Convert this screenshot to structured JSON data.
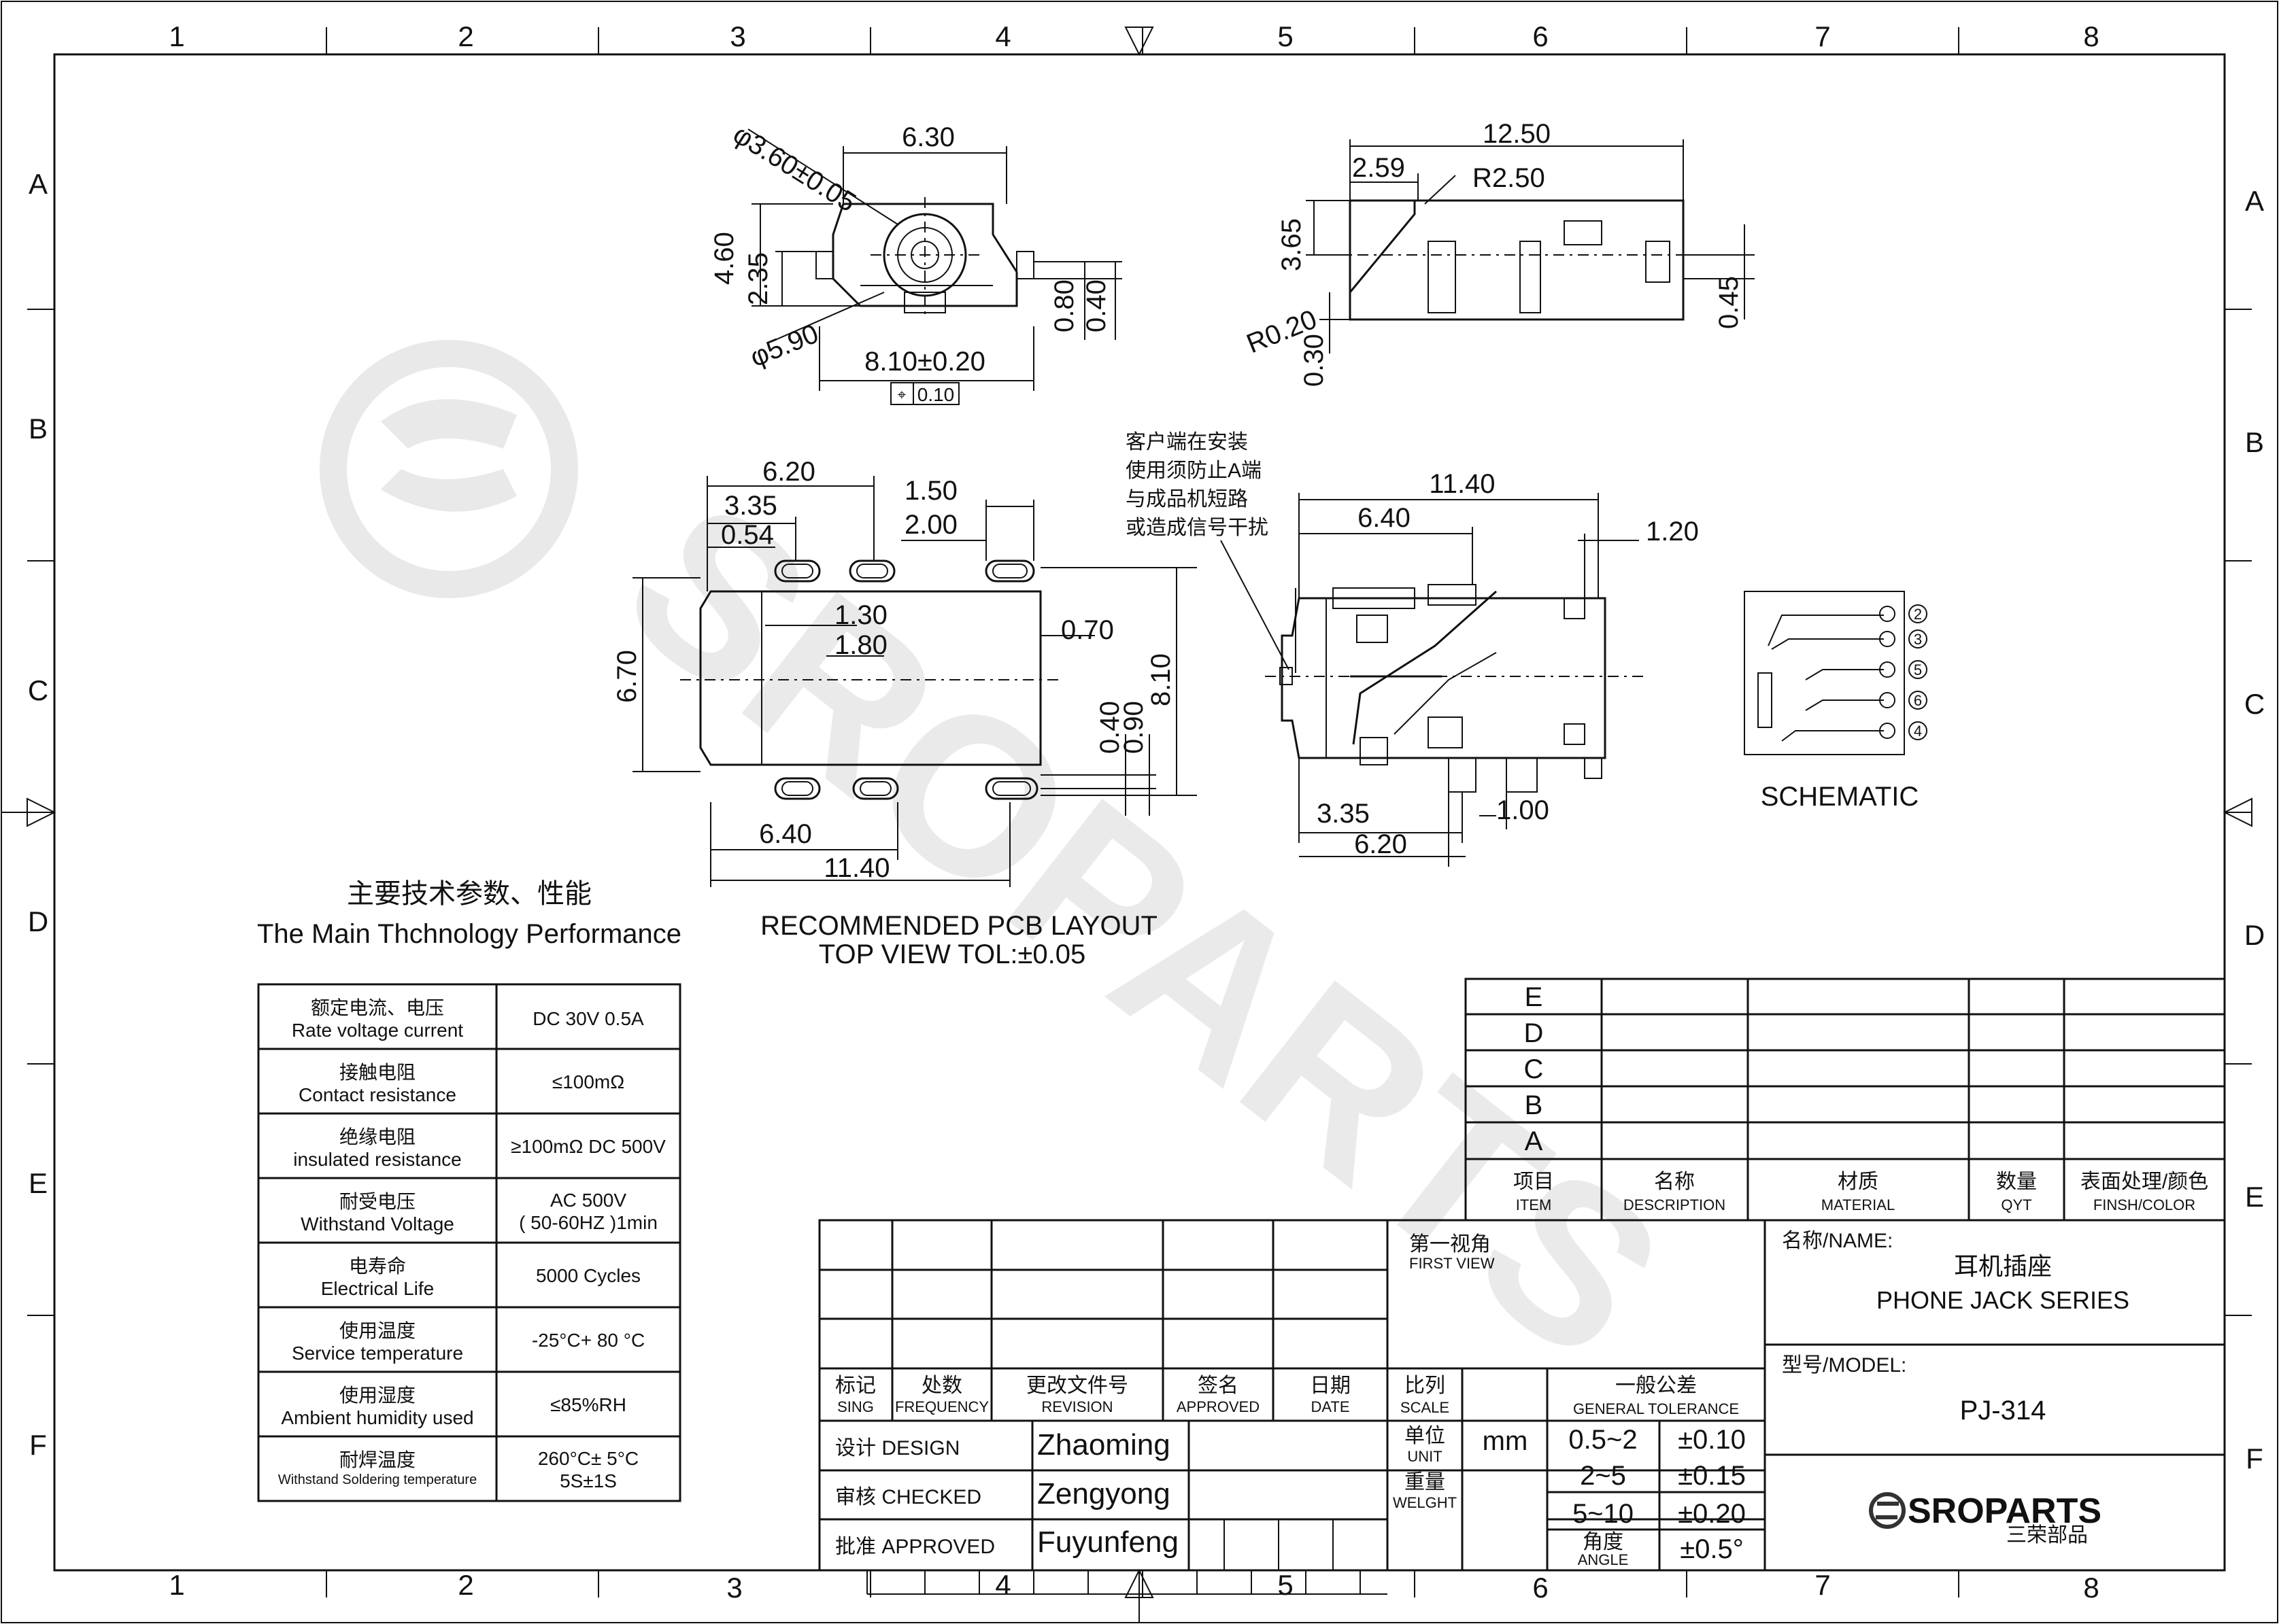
{
  "frame": {
    "col_labels": [
      "1",
      "2",
      "3",
      "4",
      "5",
      "6",
      "7",
      "8"
    ],
    "row_labels": [
      "A",
      "B",
      "C",
      "D",
      "E",
      "F"
    ]
  },
  "front_view": {
    "dims": [
      "6.30",
      "φ3.60±0.05",
      "4.60",
      "2.35",
      "φ5.90",
      "8.10±0.20",
      "0.80",
      "0.40"
    ],
    "tolerance_frame": [
      "⌖",
      "0.10"
    ]
  },
  "side_view": {
    "dims": [
      "12.50",
      "2.59",
      "R2.50",
      "3.65",
      "R0.20",
      "0.30",
      "0.45"
    ]
  },
  "pcb_layout": {
    "dims": [
      "6.20",
      "3.35",
      "0.54",
      "1.50",
      "2.00",
      "1.30",
      "1.80",
      "0.70",
      "6.70",
      "8.10",
      "0.40",
      "0.90",
      "6.40",
      "11.40"
    ],
    "caption_line1": "RECOMMENDED PCB LAYOUT",
    "caption_line2": "TOP VIEW TOL:±0.05"
  },
  "top_view": {
    "note_lines": [
      "客户端在安装",
      "使用须防止A端",
      "与成品机短路",
      "或造成信号干扰"
    ],
    "dims": [
      "11.40",
      "6.40",
      "1.20",
      "3.35",
      "6.20",
      "1.00"
    ]
  },
  "schematic": {
    "title": "SCHEMATIC",
    "pins": [
      "2",
      "3",
      "5",
      "6",
      "4"
    ]
  },
  "performance": {
    "title_cn": "主要技术参数、性能",
    "title_en": "The Main Thchnology Performance",
    "rows": [
      {
        "cn": "额定电流、电压",
        "en": "Rate voltage current",
        "value": "DC 30V   0.5A"
      },
      {
        "cn": "接触电阻",
        "en": "Contact resistance",
        "value": "≤100mΩ"
      },
      {
        "cn": "绝缘电阻",
        "en": "insulated resistance",
        "value": "≥100mΩ  DC 500V"
      },
      {
        "cn": "耐受电压",
        "en": "Withstand Voltage",
        "value": "AC 500V",
        "value2": "( 50-60HZ )1min"
      },
      {
        "cn": "电寿命",
        "en": "Electrical Life",
        "value": "5000 Cycles"
      },
      {
        "cn": "使用温度",
        "en": "Service temperature",
        "value": "-25°C+ 80 °C"
      },
      {
        "cn": "使用湿度",
        "en": "Ambient humidity used",
        "value": "≤85%RH"
      },
      {
        "cn": "耐焊温度",
        "en": "Withstand Soldering temperature",
        "value": "260°C± 5°C",
        "value2": "5S±1S"
      }
    ]
  },
  "revision_table": {
    "rows": [
      "E",
      "D",
      "C",
      "B",
      "A"
    ],
    "headers": [
      {
        "cn": "项目",
        "en": "ITEM"
      },
      {
        "cn": "名称",
        "en": "DESCRIPTION"
      },
      {
        "cn": "材质",
        "en": "MATERIAL"
      },
      {
        "cn": "数量",
        "en": "QYT"
      },
      {
        "cn": "表面处理/颜色",
        "en": "FINSH/COLOR"
      }
    ]
  },
  "title_block": {
    "revision_headers": [
      {
        "cn": "标记",
        "en": "SING"
      },
      {
        "cn": "处数",
        "en": "FREQUENCY"
      },
      {
        "cn": "更改文件号",
        "en": "REVISION"
      },
      {
        "cn": "签名",
        "en": "APPROVED"
      },
      {
        "cn": "日期",
        "en": "DATE"
      }
    ],
    "design_label": "设计 DESIGN",
    "design_name": "Zhaoming",
    "checked_label": "审核 CHECKED",
    "checked_name": "Zengyong",
    "approved_label": "批准 APPROVED",
    "approved_name": "Fuyunfeng",
    "first_view_cn": "第一视角",
    "first_view_en": "FIRST VIEW",
    "scale_cn": "比列",
    "scale_en": "SCALE",
    "tol_cn": "一般公差",
    "tol_en": "GENERAL TOLERANCE",
    "unit_cn": "单位",
    "unit_en": "UNIT",
    "unit_value": "mm",
    "weight_cn": "重量",
    "weight_en": "WELGHT",
    "angle_cn": "角度",
    "angle_en": "ANGLE",
    "tolerances": [
      {
        "range": "0.5~2",
        "tol": "±0.10"
      },
      {
        "range": "2~5",
        "tol": "±0.15"
      },
      {
        "range": "5~10",
        "tol": "±0.20"
      }
    ],
    "angle_tol": "±0.5°",
    "name_label": "名称/NAME:",
    "name_cn": "耳机插座",
    "name_en": "PHONE JACK SERIES",
    "model_label": "型号/MODEL:",
    "model": "PJ-314",
    "logo_text": "SROPARTS",
    "logo_cn": "三荣部品"
  },
  "watermark": "SROPARTS"
}
